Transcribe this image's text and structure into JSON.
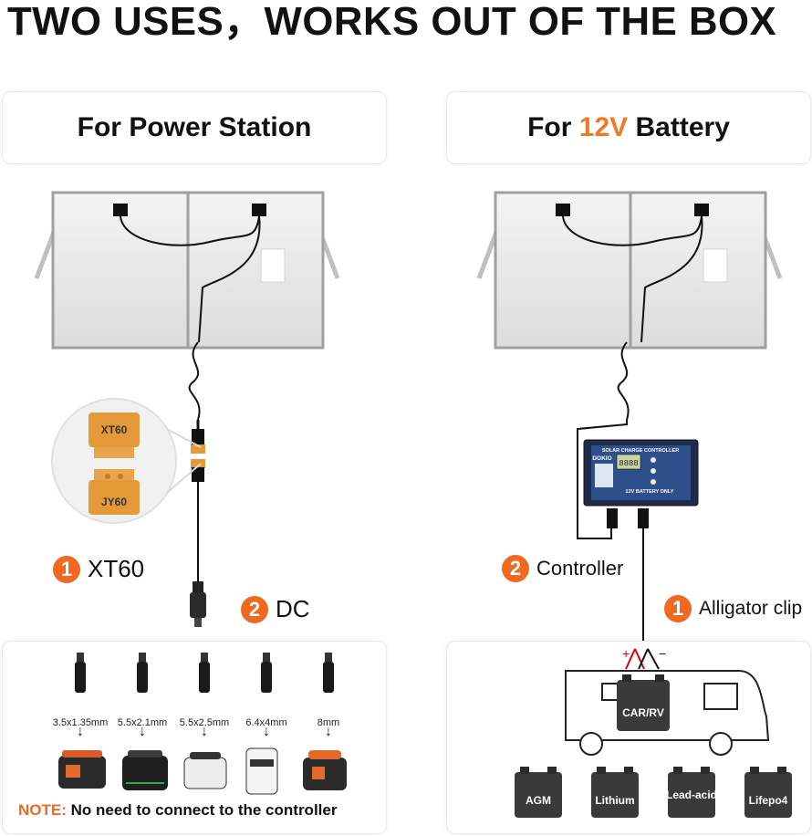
{
  "headline": "TWO USES，WORKS OUT OF THE BOX",
  "left_card": {
    "title": "For Power Station"
  },
  "right_card": {
    "title_prefix": "For ",
    "title_accent": "12V",
    "title_suffix": " Battery"
  },
  "left_callouts": [
    {
      "num": "1",
      "label": "XT60"
    },
    {
      "num": "2",
      "label": "DC"
    }
  ],
  "right_callouts": [
    {
      "num": "2",
      "label": "Controller"
    },
    {
      "num": "1",
      "label": "Alligator clip"
    }
  ],
  "connector_zoom": {
    "top": "XT60",
    "bottom": "JY60"
  },
  "dc_tips": [
    "3.5x1.35mm",
    "5.5x2.1mm",
    "5.5x2.5mm",
    "6.4x4mm",
    "8mm"
  ],
  "note": {
    "lead": "NOTE:",
    "text": " No need to connect to the controller"
  },
  "controller": {
    "title": "SOLAR CHARGE CONTROLLER",
    "brand": "DOKIO",
    "lcd": "8888",
    "spec": "12V BATTERY ONLY"
  },
  "polarity": {
    "plus": "+",
    "minus": "−"
  },
  "vehicle_battery": "CAR/RV",
  "battery_types": [
    "AGM",
    "Lithium",
    "Lead-acid",
    "Lifepo4"
  ],
  "colors": {
    "accent": "#ef7a23",
    "badge": "#ef6a1e",
    "battery": "#3a3a3a",
    "connector": "#e59a3a"
  }
}
